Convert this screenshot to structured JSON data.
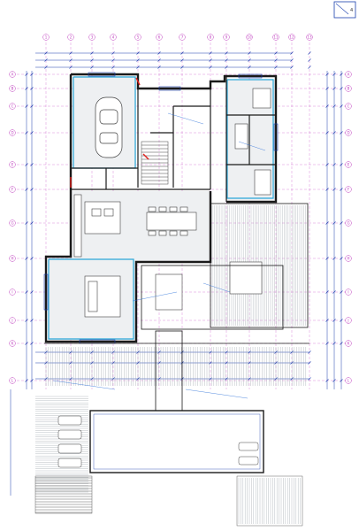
{
  "corner_tag": {
    "text": "4"
  },
  "grid_columns": [
    "1",
    "2",
    "3",
    "4",
    "5",
    "6",
    "7",
    "8",
    "9",
    "10",
    "11",
    "12",
    "13"
  ],
  "grid_rows": [
    "A",
    "B",
    "C",
    "D",
    "E",
    "F",
    "G",
    "H",
    "I",
    "J",
    "K",
    "L"
  ],
  "colors": {
    "wall": "#1a1a1a",
    "dimension": "#1a3fae",
    "gridline": "#c040c0",
    "wall_finish": "#2aa7d8",
    "floor_hatch": "#9aa0a8",
    "accent": "#e0201c"
  },
  "icons": [
    "car-icon",
    "sofa-icon",
    "dining-table-icon",
    "bed-icon",
    "kitchen-counter-icon",
    "staircase-icon",
    "pool-icon",
    "sun-lounger-icon"
  ]
}
